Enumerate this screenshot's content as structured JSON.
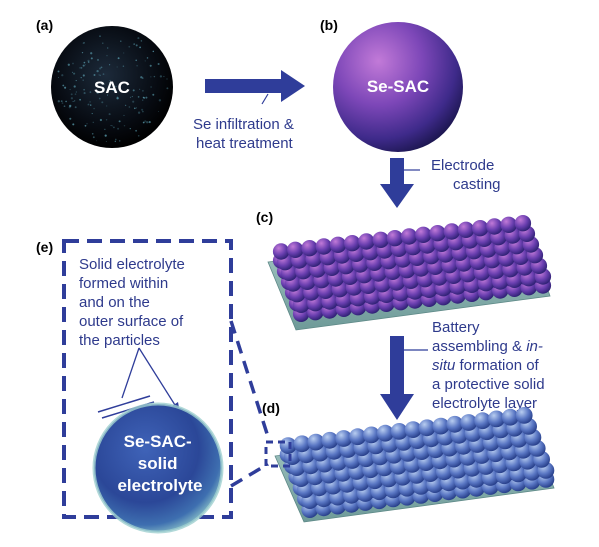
{
  "labels": {
    "a": "(a)",
    "b": "(b)",
    "c": "(c)",
    "d": "(d)",
    "e": "(e)"
  },
  "spheres": {
    "sac": "SAC",
    "se_sac": "Se-SAC",
    "se_sac_solid_lines": [
      "Se-SAC-",
      "solid",
      "electrolyte"
    ]
  },
  "steps": {
    "infiltration_lines": [
      "Se infiltration &",
      "heat treatment"
    ],
    "casting_lines": [
      "Electrode",
      "casting"
    ],
    "battery_lines": [
      {
        "parts": [
          {
            "t": "Battery",
            "i": false
          }
        ]
      },
      {
        "parts": [
          {
            "t": "assembling & ",
            "i": false
          },
          {
            "t": "in-",
            "i": true
          }
        ]
      },
      {
        "parts": [
          {
            "t": "situ",
            "i": true
          },
          {
            "t": " formation of",
            "i": false
          }
        ]
      },
      {
        "parts": [
          {
            "t": "a protective solid",
            "i": false
          }
        ]
      },
      {
        "parts": [
          {
            "t": "electrolyte layer",
            "i": false
          }
        ]
      }
    ]
  },
  "callout_lines": [
    "Solid electrolyte",
    "formed within",
    "and on the",
    "outer surface of",
    "the particles"
  ],
  "colors": {
    "arrow": "#2f3d9a",
    "text": "#2e3a8c",
    "purple_sphere": "#5b3fa0",
    "blue_sphere": "#4f6bb8",
    "substrate": "#8fb7b5",
    "dashed": "#2f3d9a"
  }
}
